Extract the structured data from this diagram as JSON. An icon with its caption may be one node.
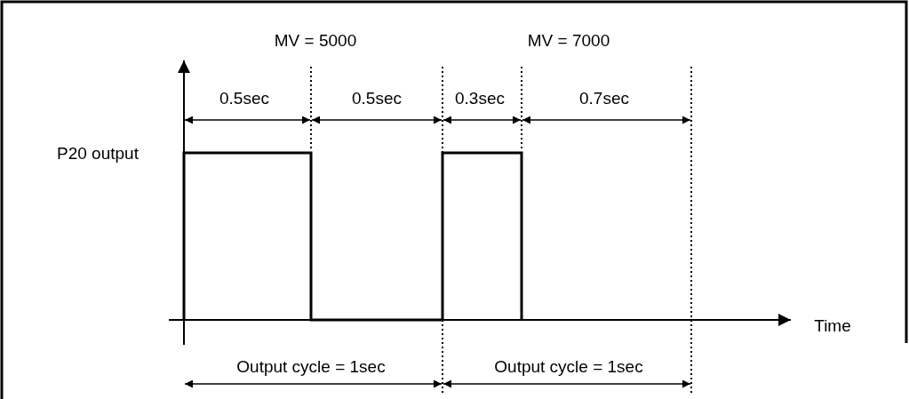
{
  "diagram": {
    "labels": [
      "MV = 5000",
      "MV = 7000",
      "0.5sec",
      "0.5sec",
      "0.3sec",
      "0.7sec",
      "P20 output",
      "Time",
      "Output cycle = 1sec",
      "Output cycle = 1sec"
    ]
  }
}
